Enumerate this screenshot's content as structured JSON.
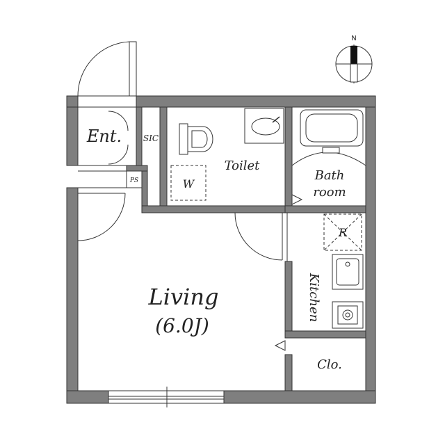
{
  "rooms": {
    "entrance": "Ent.",
    "sic": "SIC",
    "ps": "PS",
    "toilet": "Toilet",
    "washer": "W",
    "bath_line1": "Bath",
    "bath_line2": "room",
    "refrigerator": "R",
    "kitchen": "Kitchen",
    "living": "Living",
    "living_size": "(6.0J)",
    "closet": "Clo."
  },
  "compass": {
    "north": "N"
  },
  "colors": {
    "wall": "#7f7f7f",
    "line": "#333333"
  }
}
